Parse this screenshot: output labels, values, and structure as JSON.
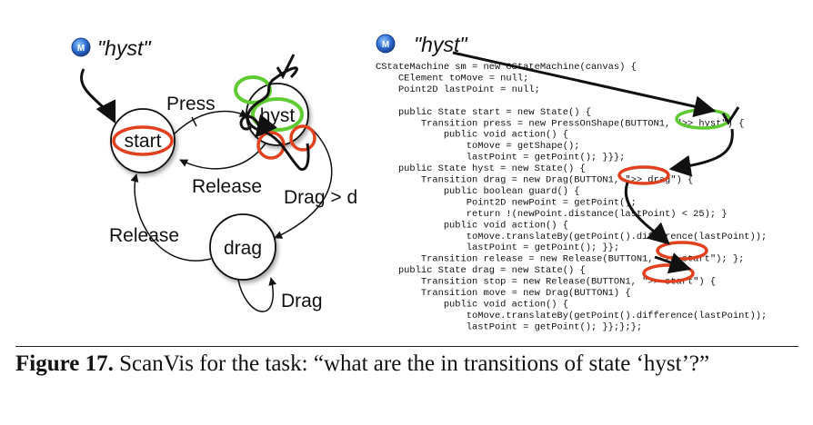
{
  "statechart": {
    "machine_name": "\"hyst\"",
    "machine_badge": "M",
    "states": {
      "start": "start",
      "hyst": "hyst",
      "drag": "drag"
    },
    "transitions": {
      "press": "Press",
      "release_hyst": "Release",
      "drag_d": "Drag > d",
      "release_drag": "Release",
      "drag_self": "Drag"
    }
  },
  "code_panel": {
    "machine_name": "\"hyst\"",
    "machine_badge": "M",
    "lines": [
      "CStateMachine sm = new CStateMachine(canvas) {",
      "    CElement toMove = null;",
      "    Point2D lastPoint = null;",
      "",
      "    public State start = new State() {",
      "        Transition press = new PressOnShape(BUTTON1, \">> hyst\") {",
      "            public void action() {",
      "                toMove = getShape();",
      "                lastPoint = getPoint(); }}};",
      "    public State hyst = new State() {",
      "        Transition drag = new Drag(BUTTON1, \">> drag\") {",
      "            public boolean guard() {",
      "                Point2D newPoint = getPoint();",
      "                return !(newPoint.distance(lastPoint) < 25); }",
      "            public void action() {",
      "                toMove.translateBy(getPoint().difference(lastPoint));",
      "                lastPoint = getPoint(); }};",
      "        Transition release = new Release(BUTTON1, \">> start\"); };",
      "    public State drag = new State() {",
      "        Transition stop = new Release(BUTTON1, \">> start\") {",
      "        Transition move = new Drag(BUTTON1) {",
      "            public void action() {",
      "                toMove.translateBy(getPoint().difference(lastPoint));",
      "                lastPoint = getPoint(); }};};};"
    ]
  },
  "caption": {
    "label": "Figure 17.",
    "text": " ScanVis for the task: “what are the in transitions of state ‘hyst’?”"
  },
  "colors": {
    "green_highlight": "#5ecb32",
    "red_highlight": "#e2401f",
    "badge_blue": "#2f6fd1"
  }
}
